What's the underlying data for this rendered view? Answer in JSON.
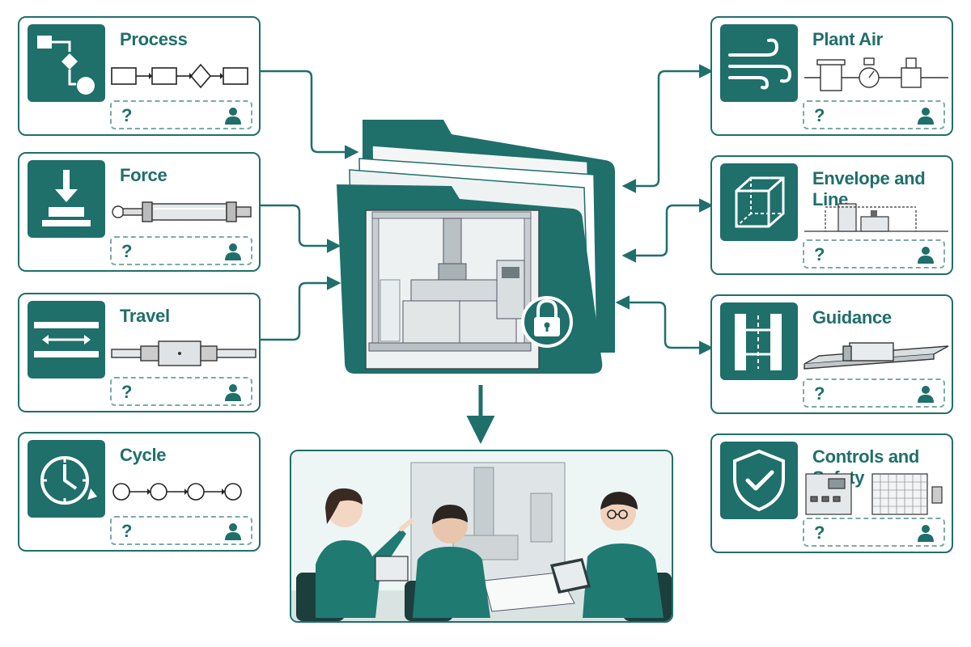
{
  "cards_left": [
    {
      "id": "process",
      "title": "Process",
      "question": "?",
      "icon": "flowchart-icon",
      "illustration": "process-steps"
    },
    {
      "id": "force",
      "title": "Force",
      "question": "?",
      "icon": "press-force-icon",
      "illustration": "cylinder"
    },
    {
      "id": "travel",
      "title": "Travel",
      "question": "?",
      "icon": "travel-arrows-icon",
      "illustration": "linear-slide"
    },
    {
      "id": "cycle",
      "title": "Cycle",
      "question": "?",
      "icon": "stopwatch-icon",
      "illustration": "cycle-steps"
    }
  ],
  "cards_right": [
    {
      "id": "plant-air",
      "title": "Plant Air",
      "question": "?",
      "icon": "wind-icon",
      "illustration": "air-regulator"
    },
    {
      "id": "envelope",
      "title": "Envelope and Line",
      "question": "?",
      "icon": "cube-icon",
      "illustration": "envelope-drawing"
    },
    {
      "id": "guidance",
      "title": "Guidance",
      "question": "?",
      "icon": "rail-icon",
      "illustration": "linear-guide"
    },
    {
      "id": "controls",
      "title": "Controls and Safety",
      "question": "?",
      "icon": "shield-check-icon",
      "illustration": "control-panel"
    }
  ],
  "colors": {
    "teal": "#1f6f6b",
    "teal_light": "#7aaaa7",
    "machine_gray": "#c9cfd1",
    "background": "#ffffff"
  }
}
